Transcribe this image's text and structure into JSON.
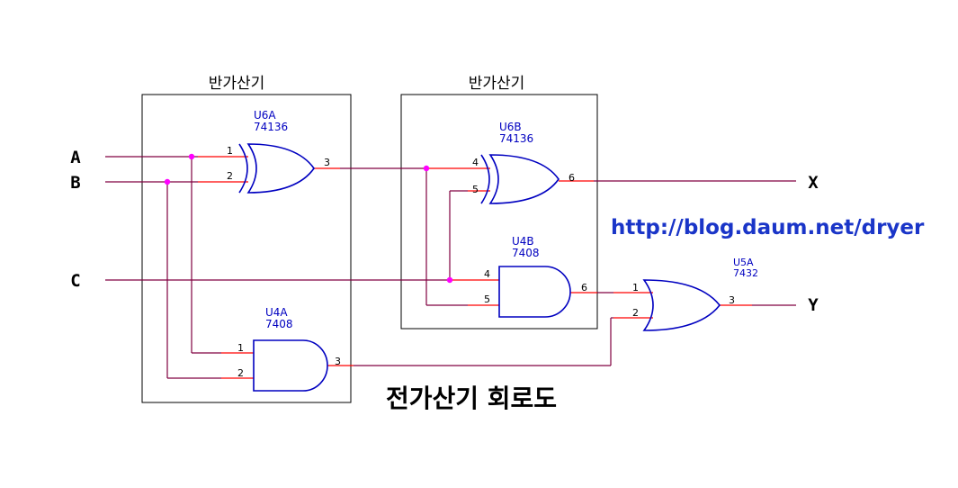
{
  "blocks": [
    {
      "label": "반가산기"
    },
    {
      "label": "반가산기"
    }
  ],
  "inputs": {
    "a": "A",
    "b": "B",
    "c": "C"
  },
  "outputs": {
    "x": "X",
    "y": "Y"
  },
  "gates": {
    "u6a": {
      "ref": "U6A",
      "part": "74136",
      "pins": [
        "1",
        "2",
        "3"
      ]
    },
    "u6b": {
      "ref": "U6B",
      "part": "74136",
      "pins": [
        "4",
        "5",
        "6"
      ]
    },
    "u4a": {
      "ref": "U4A",
      "part": "7408",
      "pins": [
        "1",
        "2",
        "3"
      ]
    },
    "u4b": {
      "ref": "U4B",
      "part": "7408",
      "pins": [
        "4",
        "5",
        "6"
      ]
    },
    "u5a": {
      "ref": "U5A",
      "part": "7432",
      "pins": [
        "1",
        "2",
        "3"
      ]
    }
  },
  "url": "http://blog.daum.net/dryer",
  "title": "전가산기 회로도",
  "colors": {
    "wire": "#800040",
    "pin": "#ff0000",
    "gate": "#0000c0",
    "junction": "#ff00ff",
    "url": "#1a35c8"
  }
}
